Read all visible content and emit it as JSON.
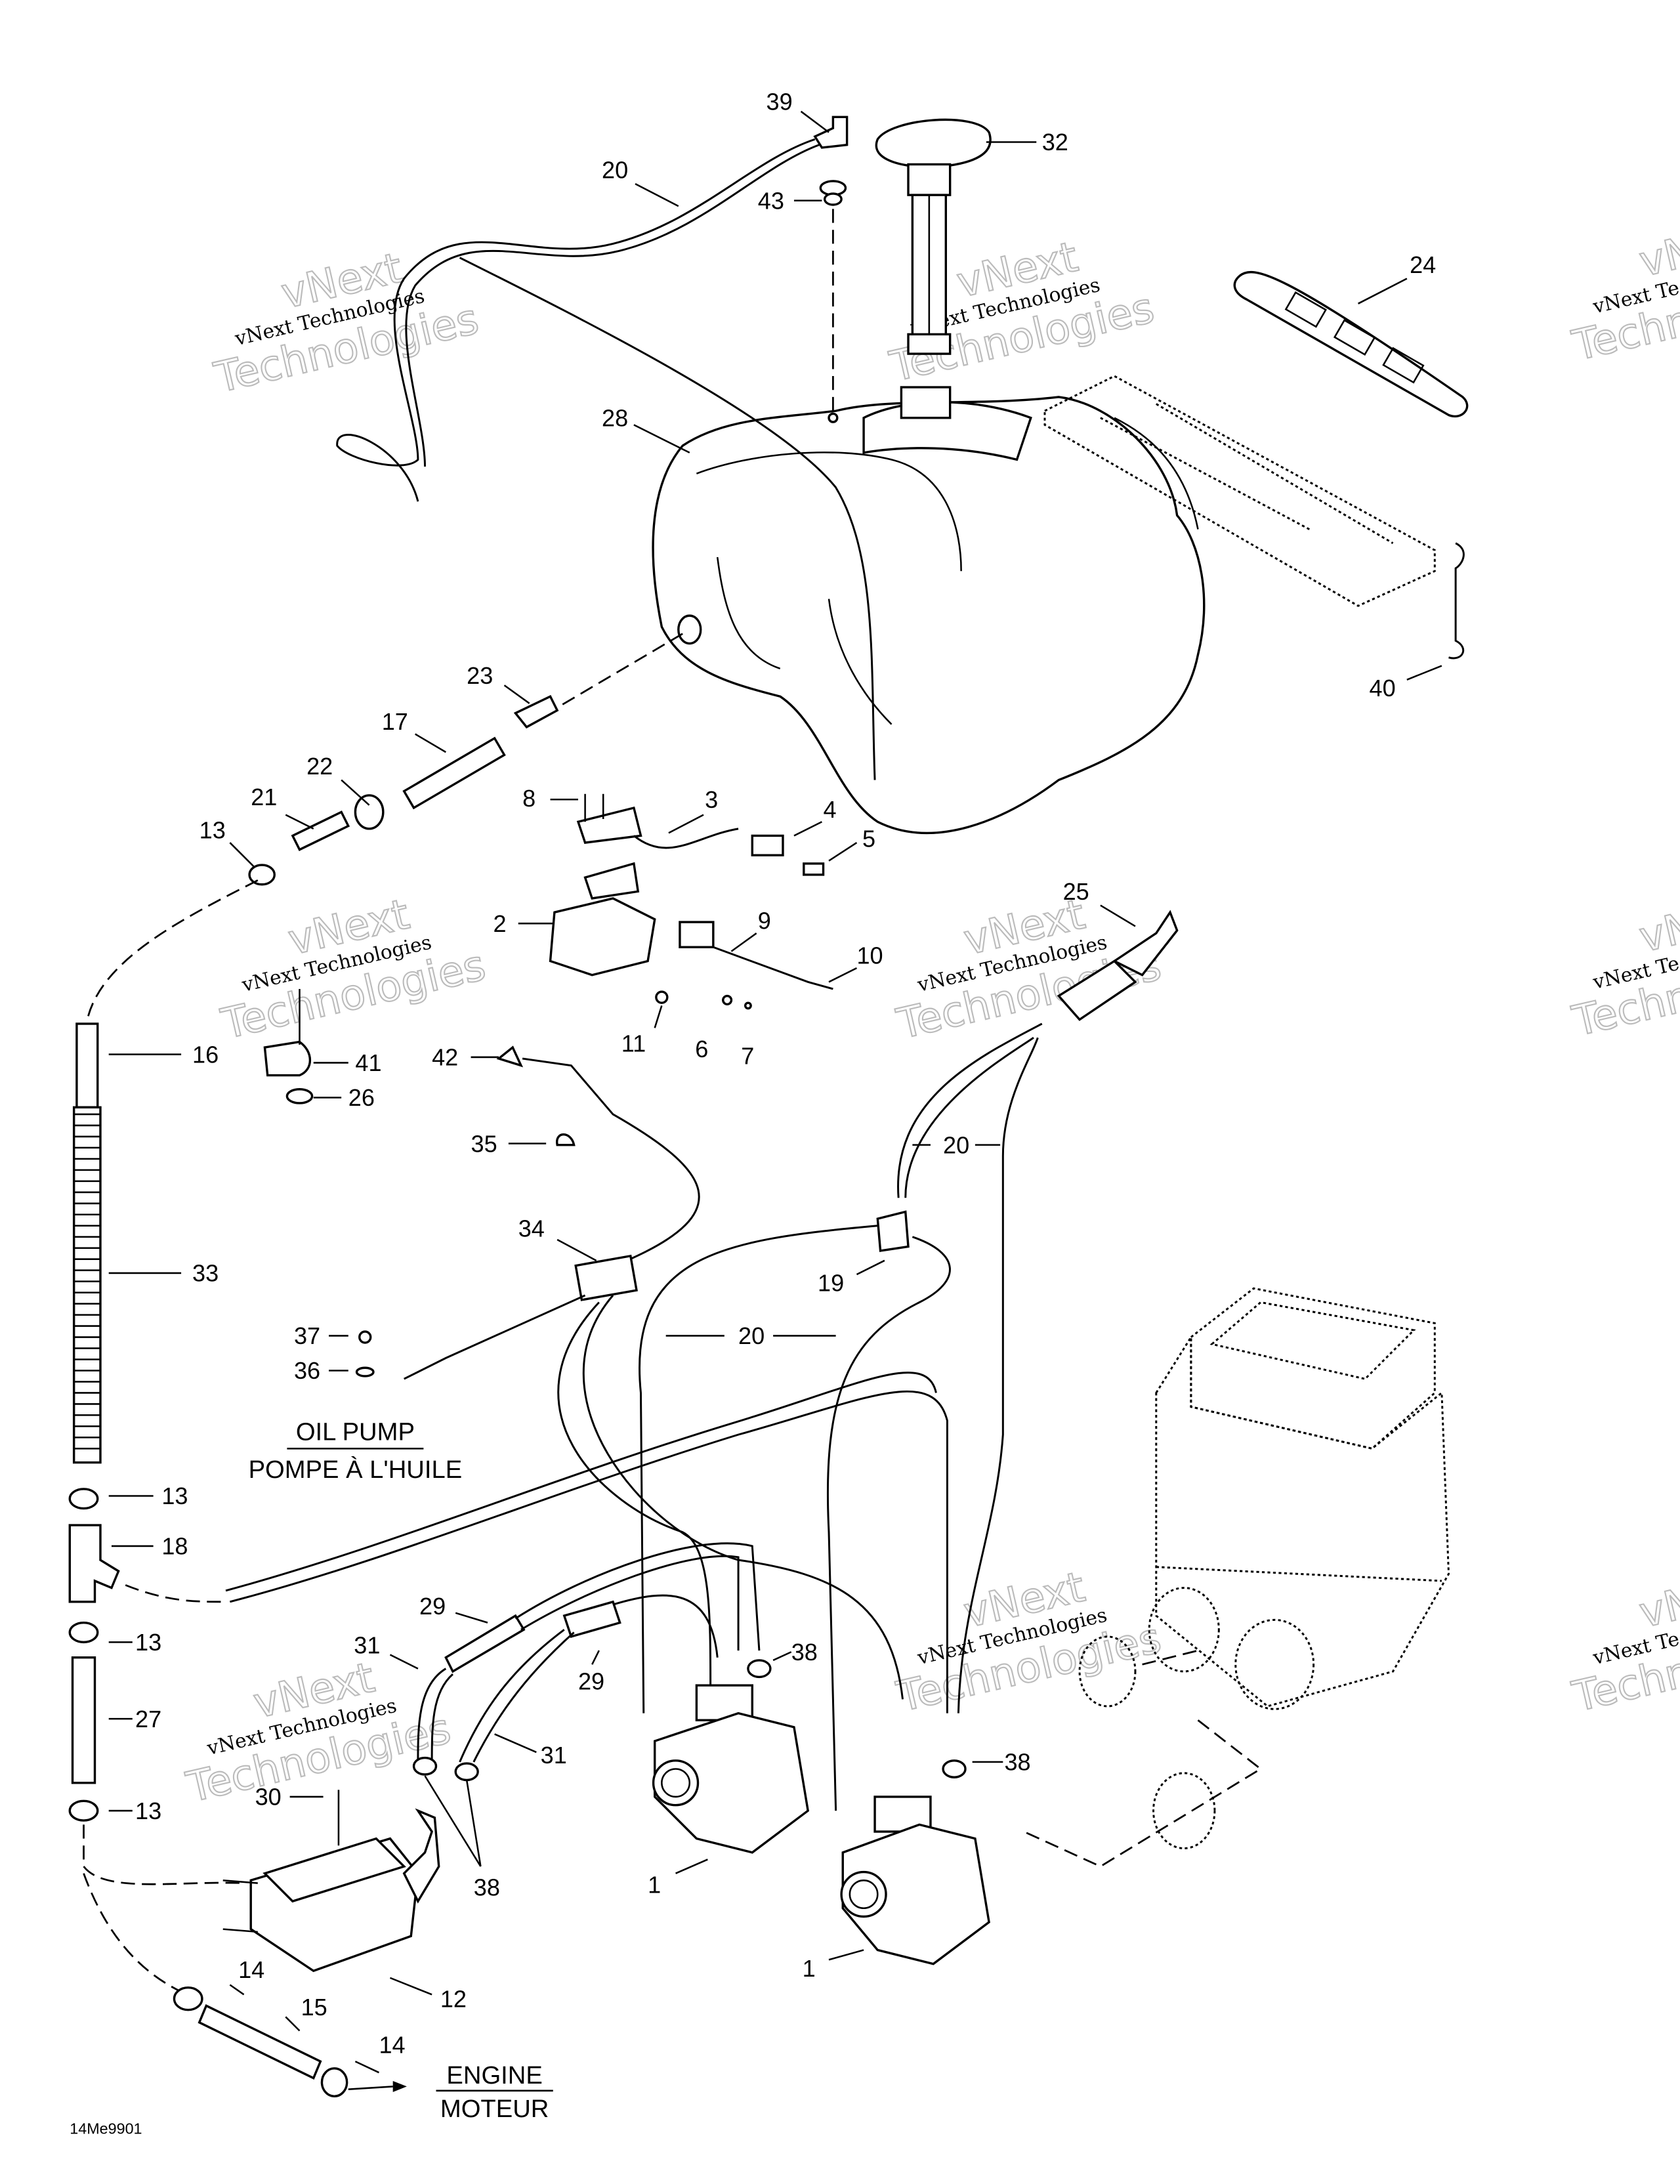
{
  "callouts": [
    "39",
    "32",
    "20",
    "43",
    "24",
    "28",
    "23",
    "17",
    "22",
    "21",
    "13",
    "8",
    "3",
    "4",
    "5",
    "2",
    "9",
    "10",
    "25",
    "11",
    "6",
    "7",
    "16",
    "41",
    "26",
    "42",
    "35",
    "20",
    "34",
    "33",
    "19",
    "20",
    "37",
    "36",
    "13",
    "18",
    "29",
    "29",
    "31",
    "38",
    "13",
    "27",
    "13",
    "31",
    "38",
    "30",
    "38",
    "1",
    "14",
    "15",
    "12",
    "1",
    "14",
    "40"
  ],
  "captions": {
    "oil_pump_en": "OIL PUMP",
    "oil_pump_fr": "POMPE À L'HUILE",
    "engine_en": "ENGINE",
    "engine_fr": "MOTEUR"
  },
  "reference_code": "14Me9901",
  "watermark": {
    "line": "vNext Technologies",
    "big1": "vNext",
    "big2": "Technologies"
  }
}
